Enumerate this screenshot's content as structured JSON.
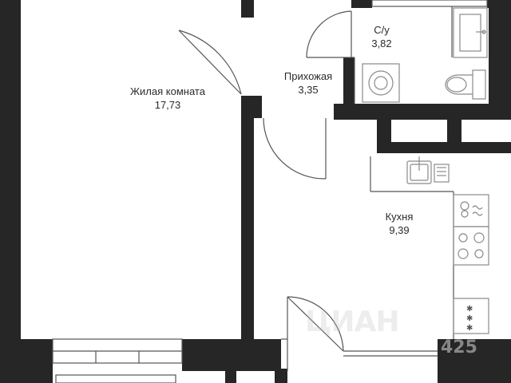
{
  "colors": {
    "wall": "#262626",
    "line": "#555555",
    "fixture": "#8a8a8a",
    "accent": "#d2d2d2"
  },
  "rooms": [
    {
      "id": "living",
      "name": "Жилая комната",
      "area": "17,73"
    },
    {
      "id": "hall",
      "name": "Прихожая",
      "area": "3,35"
    },
    {
      "id": "bathroom",
      "name": "С/у",
      "area": "3,82"
    },
    {
      "id": "kitchen",
      "name": "Кухня",
      "area": "9,39"
    }
  ],
  "watermark": {
    "text": "ЦИАН",
    "number": "425"
  },
  "icons": [
    "washing-machine-icon",
    "toilet-icon",
    "sink-icon",
    "kitchen-sink-icon",
    "stove-icon",
    "oven-icon",
    "door-icon",
    "window-icon"
  ]
}
